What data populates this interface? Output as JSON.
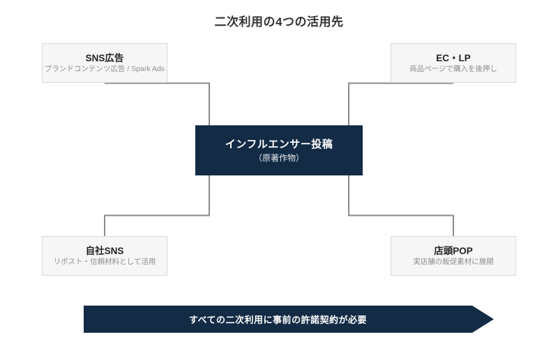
{
  "title": "二次利用の4つの活用先",
  "center": {
    "title": "インフルエンサー投稿",
    "subtitle": "（原著作物）"
  },
  "nodes": [
    {
      "id": "sns-ads",
      "position": "top-left",
      "title": "SNS広告",
      "subtitle": "ブランドコンテンツ広告 / Spark Ads"
    },
    {
      "id": "ec-lp",
      "position": "top-right",
      "title": "EC・LP",
      "subtitle": "商品ページで購入を後押し"
    },
    {
      "id": "own-sns",
      "position": "bottom-left",
      "title": "自社SNS",
      "subtitle": "リポスト・信頼材料として活用"
    },
    {
      "id": "store-pop",
      "position": "bottom-right",
      "title": "店頭POP",
      "subtitle": "実店舗の販促素材に展開"
    }
  ],
  "banner": {
    "label": "すべての二次利用に事前の許諾契約が必要"
  },
  "colors": {
    "navy": "#132b45",
    "node_background": "#f6f6f6",
    "node_border": "#d8d8d8",
    "connector_gray": "#8a8a8a",
    "title_text": "#333333",
    "subtitle_text": "#8e8e8e"
  }
}
